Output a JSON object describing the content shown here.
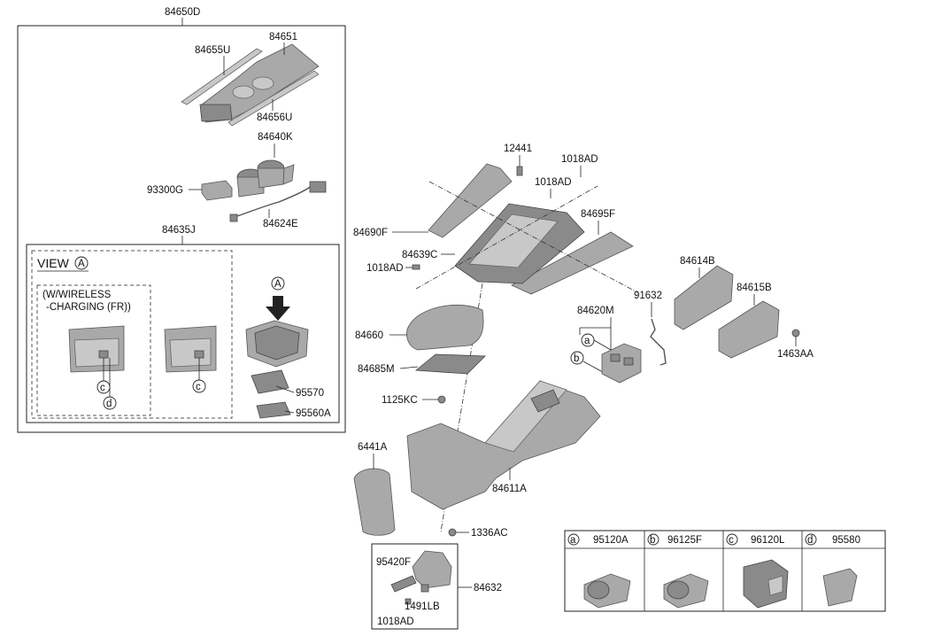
{
  "labels": {
    "p84650D": "84650D",
    "p84651": "84651",
    "p84655U": "84655U",
    "p84656U": "84656U",
    "p84640K": "84640K",
    "p93300G": "93300G",
    "p84624E": "84624E",
    "p84635J": "84635J",
    "view_title": "VIEW",
    "view_letter": "A",
    "wireless_line1": "(W/WIRELESS",
    "wireless_line2": "-CHARGING (FR))",
    "c1": "c",
    "d1": "d",
    "c2": "c",
    "arrow_a": "A",
    "p95570": "95570",
    "p95560A": "95560A",
    "p12441": "12441",
    "p1018AD_a": "1018AD",
    "p1018AD_b": "1018AD",
    "p84690F": "84690F",
    "p84695F": "84695F",
    "p84639C": "84639C",
    "p1018AD_c": "1018AD",
    "p84660": "84660",
    "p84685M": "84685M",
    "p1125KC": "1125KC",
    "p6441A": "6441A",
    "p84611A": "84611A",
    "p1336AC": "1336AC",
    "p95420F": "95420F",
    "p84632": "84632",
    "p1491LB": "1491LB",
    "p1018AD_d": "1018AD",
    "p84620M": "84620M",
    "p91632": "91632",
    "p84614B": "84614B",
    "p84615B": "84615B",
    "p1463AA": "1463AA",
    "ca": "a",
    "cb": "b"
  },
  "legend": [
    {
      "letter": "a",
      "part": "95120A"
    },
    {
      "letter": "b",
      "part": "96125F"
    },
    {
      "letter": "c",
      "part": "96120L"
    },
    {
      "letter": "d",
      "part": "95580"
    }
  ]
}
